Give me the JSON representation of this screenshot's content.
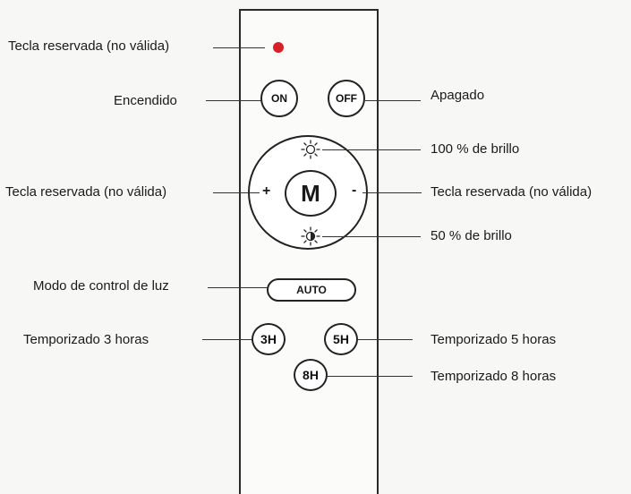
{
  "labels": {
    "reserved_top": "Tecla reservada (no válida)",
    "on": "Encendido",
    "off": "Apagado",
    "brightness_100": "100 % de brillo",
    "reserved_left": "Tecla reservada (no válida)",
    "reserved_right": "Tecla reservada (no válida)",
    "brightness_50": "50 % de brillo",
    "light_mode": "Modo de control de luz",
    "timer_3": "Temporizado 3 horas",
    "timer_5": "Temporizado 5 horas",
    "timer_8": "Temporizado 8 horas"
  },
  "buttons": {
    "on": "ON",
    "off": "OFF",
    "plus": "+",
    "m": "M",
    "minus": "-",
    "auto": "AUTO",
    "h3": "3H",
    "h5": "5H",
    "h8": "8H"
  },
  "icons": {
    "reserved_dot": "red-dot",
    "bright_high": "sun-outline-icon",
    "bright_low": "sun-half-icon"
  },
  "colors": {
    "reserved_dot": "#d9202a"
  }
}
